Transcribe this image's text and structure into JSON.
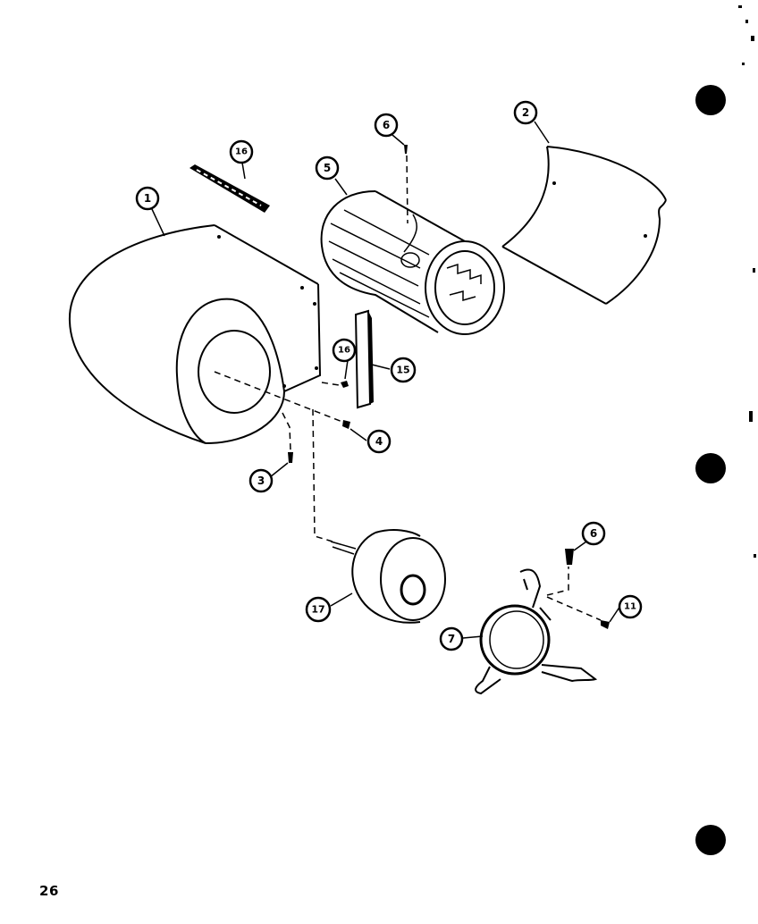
{
  "page": {
    "number": "26"
  },
  "callouts": {
    "c1": "1",
    "c2": "2",
    "c3": "3",
    "c4": "4",
    "c5": "5",
    "c6a": "6",
    "c6b": "6",
    "c7": "7",
    "c11": "11",
    "c15": "15",
    "c16a": "16",
    "c16b": "16",
    "c17": "17"
  }
}
